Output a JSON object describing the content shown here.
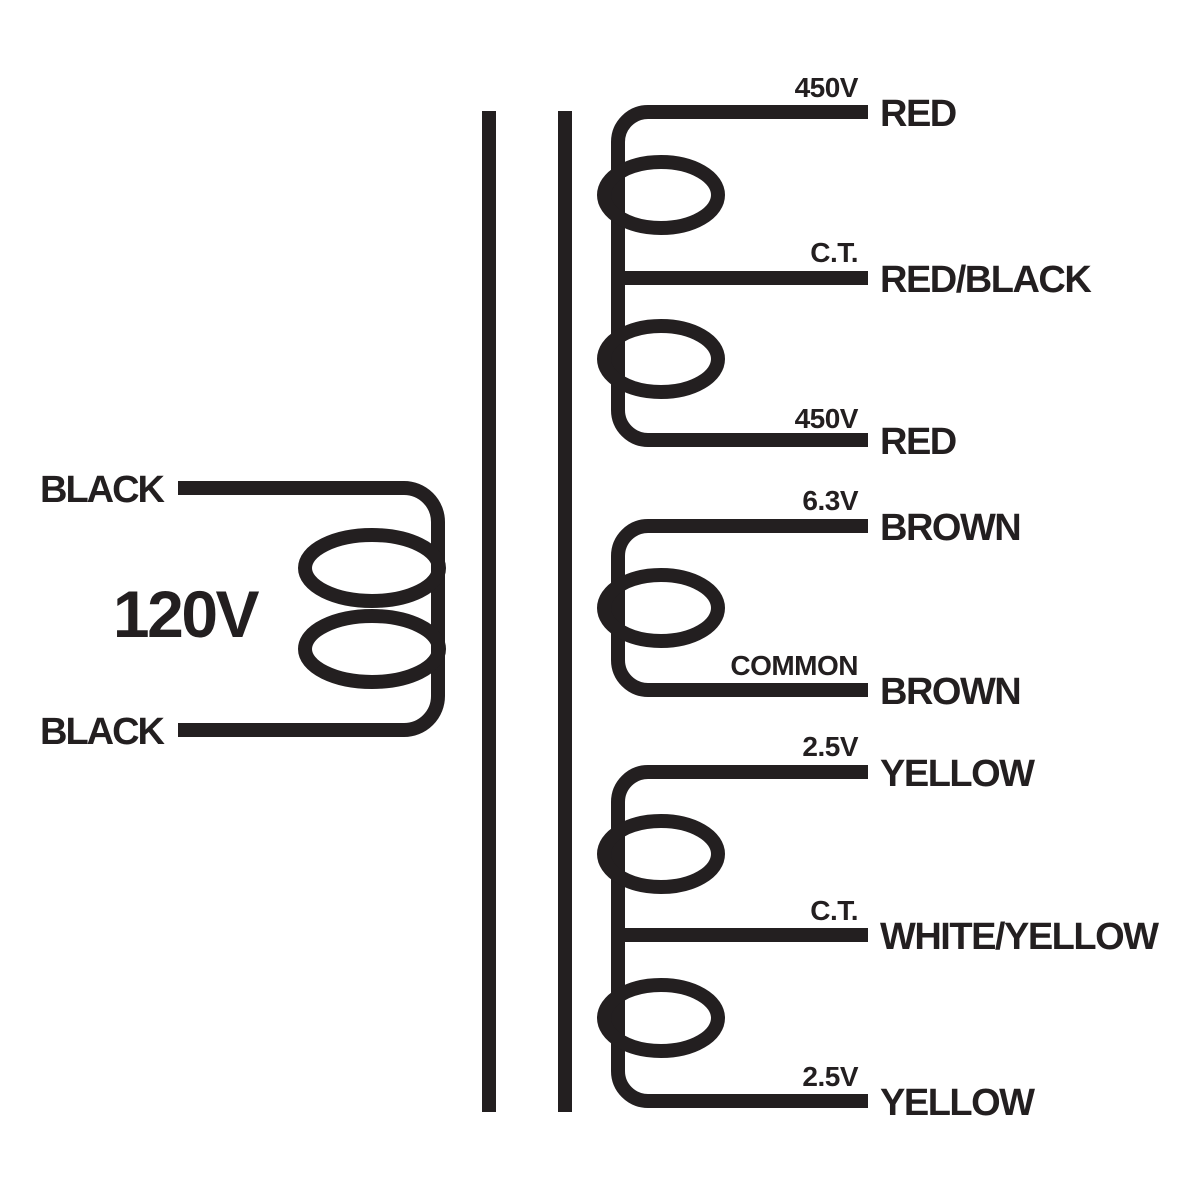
{
  "colors": {
    "line": "#231f20",
    "background": "#ffffff"
  },
  "primary": {
    "voltage_label": "120V",
    "leads": [
      {
        "label": "BLACK"
      },
      {
        "label": "BLACK"
      }
    ]
  },
  "secondary_windings": [
    {
      "leads": [
        {
          "tap": "450V",
          "wire": "RED"
        },
        {
          "tap": "C.T.",
          "wire": "RED/BLACK"
        },
        {
          "tap": "450V",
          "wire": "RED"
        }
      ]
    },
    {
      "leads": [
        {
          "tap": "6.3V",
          "wire": "BROWN"
        },
        {
          "tap": "COMMON",
          "wire": "BROWN"
        }
      ]
    },
    {
      "leads": [
        {
          "tap": "2.5V",
          "wire": "YELLOW"
        },
        {
          "tap": "C.T.",
          "wire": "WHITE/YELLOW"
        },
        {
          "tap": "2.5V",
          "wire": "YELLOW"
        }
      ]
    }
  ]
}
